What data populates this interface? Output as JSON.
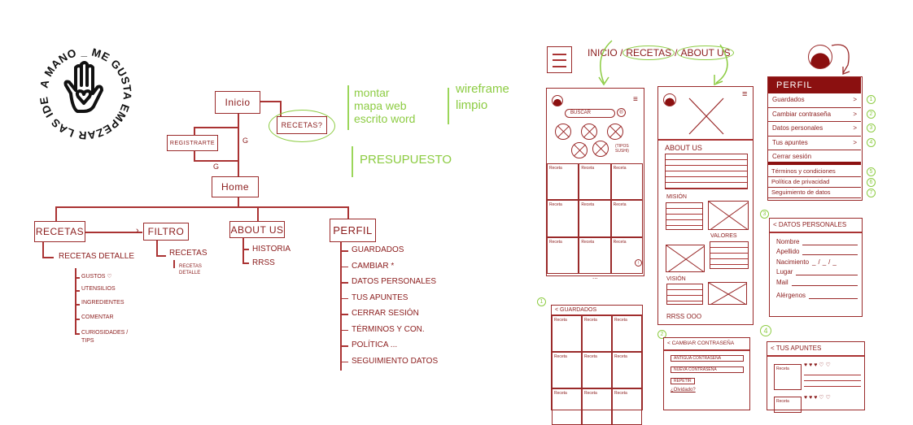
{
  "logo": {
    "ring_text": "A MANO _ ME GUSTA EMPEZAR LAS IDEAS"
  },
  "sitemap": {
    "inicio": "Inicio",
    "recetas_q": "Recetas?",
    "registrarte": "Registrarte",
    "g1": "G",
    "g2": "G",
    "home": "Home",
    "recetas": {
      "label": "Recetas",
      "child": "Recetas detalle",
      "items": [
        "Gustos ♡",
        "Utensilios",
        "Ingredientes",
        "Comentar",
        "Curiosidades / tips"
      ]
    },
    "filtro": {
      "label": "Filtro",
      "child": "Recetas",
      "grandchild": "Recetas detalle"
    },
    "about": {
      "label": "About us",
      "items": [
        "Historia",
        "RRSS"
      ]
    },
    "perfil": {
      "label": "Perfil",
      "items": [
        "Guardados",
        "Cambiar *",
        "Datos personales",
        "Tus apuntes",
        "Cerrar sesión",
        "Términos y con.",
        "Política ...",
        "Seguimiento datos"
      ]
    }
  },
  "notes": {
    "note1": [
      "montar",
      "mapa web",
      "escrito word"
    ],
    "note2": [
      "wireframe",
      "limpio"
    ],
    "note3": "presupuesto"
  },
  "nav": {
    "inicio": "Inicio",
    "recetas": "Recetas",
    "about": "About us"
  },
  "home_screen": {
    "search": "Buscar",
    "tipos": "(Tipos sushi)",
    "cells": [
      "Receta",
      "Receta",
      "Receta",
      "Receta",
      "Receta",
      "Receta",
      "Receta",
      "Receta",
      "Receta"
    ],
    "more": "..."
  },
  "about_screen": {
    "title": "About us",
    "mision": "Misión",
    "valores": "Valores",
    "vision": "Visión",
    "rrss": "RRSS OOO"
  },
  "perfil_menu": {
    "title": "Perfil",
    "items": [
      {
        "label": "Guardados",
        "num": "1"
      },
      {
        "label": "Cambiar contraseña",
        "num": "2"
      },
      {
        "label": "Datos personales",
        "num": "3"
      },
      {
        "label": "Tus apuntes",
        "num": "4"
      },
      {
        "label": "Cerrar sesión",
        "num": ""
      }
    ],
    "legal": [
      {
        "label": "Términos y condiciones",
        "num": "5"
      },
      {
        "label": "Política de privacidad",
        "num": "6"
      },
      {
        "label": "Seguimiento de datos",
        "num": "7"
      }
    ],
    "arrow": ">"
  },
  "datos": {
    "num": "3",
    "title": "< Datos personales",
    "fields": [
      "Nombre",
      "Apellido",
      "Nacimiento",
      "Lugar",
      "Mail",
      "Alérgenos"
    ],
    "date_sep": "_/_/_"
  },
  "guardados": {
    "num": "1",
    "title": "< Guardados",
    "cells": [
      "Receta",
      "Receta",
      "Receta",
      "Receta",
      "Receta",
      "Receta",
      "Receta",
      "Receta",
      "Receta"
    ]
  },
  "cambiar": {
    "num": "2",
    "title": "< Cambiar contraseña",
    "inputs": [
      "Antigua contraseña",
      "Nueva contraseña",
      "Repetir"
    ],
    "forgot": "¿Olvidado?"
  },
  "apuntes": {
    "num": "4",
    "title": "< Tus apuntes",
    "items": [
      "Receta",
      "Receta"
    ],
    "hearts": "♥ ♥ ♥ ♡ ♡"
  },
  "colors": {
    "ink": "#8b1c1c",
    "note": "#8dcc43"
  }
}
